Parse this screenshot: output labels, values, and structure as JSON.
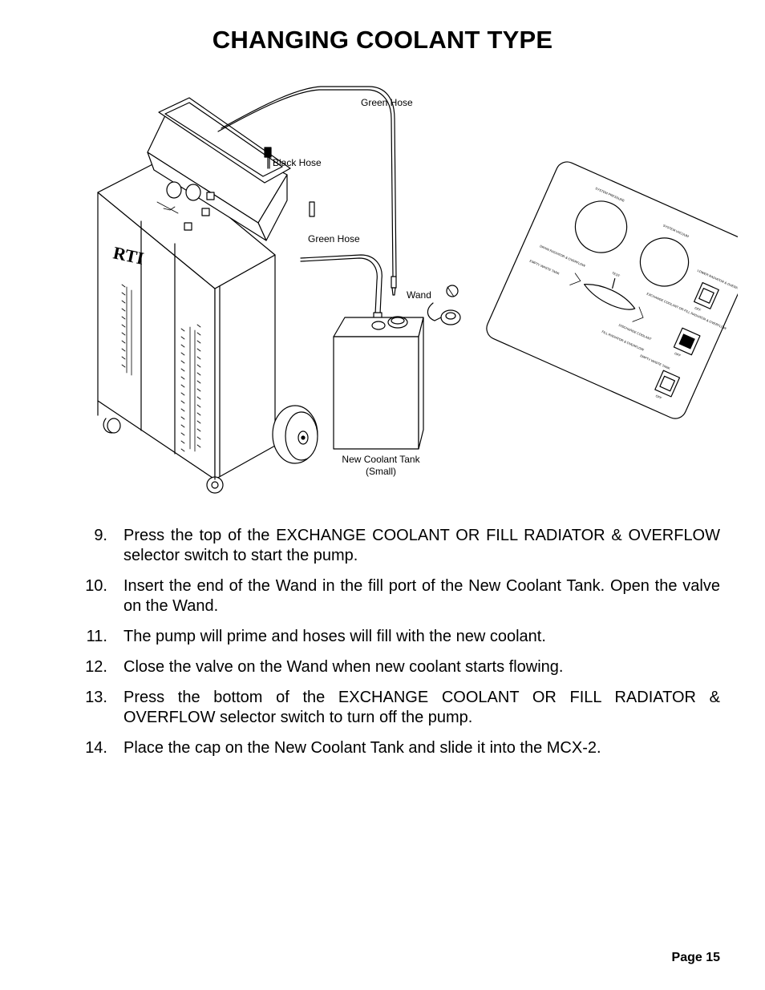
{
  "page": {
    "title": "CHANGING COOLANT TYPE",
    "page_label": "Page 15"
  },
  "figure": {
    "labels": {
      "green_hose_top": "Green Hose",
      "black_hose": "Black Hose",
      "green_hose_mid": "Green Hose",
      "wand": "Wand",
      "tank_line1": "New Coolant Tank",
      "tank_line2": "(Small)",
      "brand": "RTI"
    },
    "panel_text": {
      "system_pressure": "SYSTEM PRESSURE",
      "system_vacuum": "SYSTEM VACUUM",
      "lower_radiator": "LOWER RADIATOR & OVERFLOW",
      "drain_radiator": "DRAIN RADIATOR & OVERFLOW",
      "empty_waste_tank": "EMPTY WASTE TANK",
      "exchange_coolant": "EXCHANGE COOLANT OR FILL RADIATOR & OVERFLOW",
      "discharge_coolant": "DISCHARGE COOLANT",
      "fill_radiator": "FILL RADIATOR & OVERFLOW",
      "empty_waste_tank_2": "EMPTY WASTE TANK",
      "test": "TEST",
      "off_1": "OFF",
      "off_2": "OFF",
      "off_3": "OFF"
    },
    "colors": {
      "line": "#000000",
      "paper": "#ffffff"
    }
  },
  "steps": [
    {
      "num": "9.",
      "text": "Press the top of the EXCHANGE COOLANT OR FILL RADIATOR & OVERFLOW selector switch to start the pump."
    },
    {
      "num": "10.",
      "text": "Insert the end of the Wand in the fill port of the New Coolant Tank. Open the valve on the Wand."
    },
    {
      "num": "11.",
      "text": "The pump will prime and hoses will fill with the new coolant."
    },
    {
      "num": "12.",
      "text": "Close the valve on the Wand when new coolant starts flowing."
    },
    {
      "num": "13.",
      "text": "Press the bottom of the EXCHANGE COOLANT OR FILL RADIATOR & OVERFLOW selector switch to turn off the pump."
    },
    {
      "num": "14.",
      "text": "Place the cap on the New Coolant Tank and slide it into the MCX-2."
    }
  ]
}
